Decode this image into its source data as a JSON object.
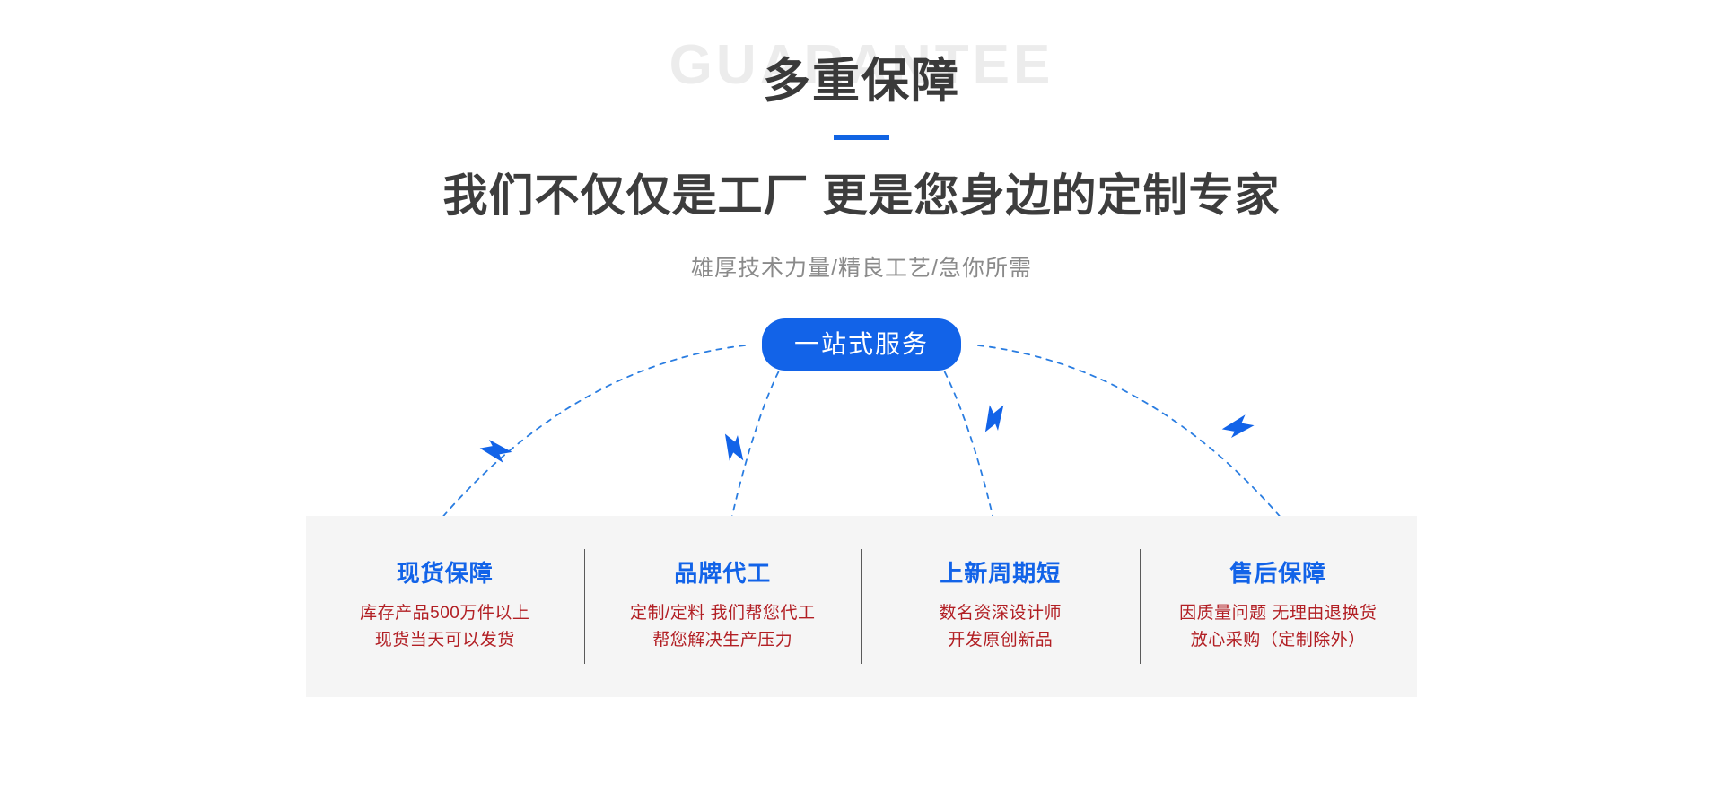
{
  "header": {
    "watermark": "GUARANTEE",
    "title_zh": "多重保障",
    "headline": "我们不仅仅是工厂 更是您身边的定制专家",
    "subline": "雄厚技术力量/精良工艺/急你所需",
    "accent_color": "#1164e3",
    "watermark_color": "#ececec",
    "title_color": "#3a3a3a",
    "subline_color": "#8a8a8a"
  },
  "badge": {
    "label": "一站式服务",
    "bg_color": "#1263e8",
    "text_color": "#ffffff"
  },
  "connectors": {
    "line_color": "#2a7de1",
    "arrow_color": "#1263e8",
    "style": "dashed",
    "count": 4
  },
  "panel": {
    "bg_color": "#f5f5f5",
    "divider_color": "#5a5a5a",
    "title_color": "#1263e8",
    "body_color": "#b21f24",
    "cards": [
      {
        "title": "现货保障",
        "lines": [
          "库存产品500万件以上",
          "现货当天可以发货"
        ]
      },
      {
        "title": "品牌代工",
        "lines": [
          "定制/定料 我们帮您代工",
          "帮您解决生产压力"
        ]
      },
      {
        "title": "上新周期短",
        "lines": [
          "数名资深设计师",
          "开发原创新品"
        ]
      },
      {
        "title": "售后保障",
        "lines": [
          "因质量问题 无理由退换货",
          "放心采购（定制除外）"
        ]
      }
    ]
  }
}
